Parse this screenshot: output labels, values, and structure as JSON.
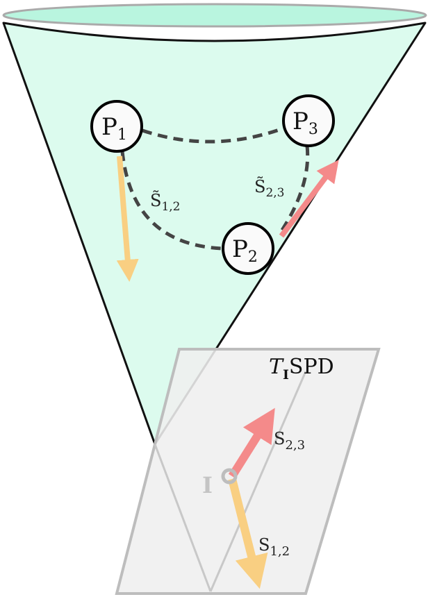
{
  "nodes": [
    {
      "id": "p1",
      "label": "P",
      "sub": "1"
    },
    {
      "id": "p2",
      "label": "P",
      "sub": "2"
    },
    {
      "id": "p3",
      "label": "P",
      "sub": "3"
    }
  ],
  "edge_labels": {
    "s12_curved": {
      "main": "S̃",
      "sub": "1,2"
    },
    "s23_curved": {
      "main": "S̃",
      "sub": "2,3"
    },
    "s23_tangent": {
      "main": "S",
      "sub": "2,3"
    },
    "s12_tangent": {
      "main": "S",
      "sub": "1,2"
    }
  },
  "tangent_plane": {
    "label_main": "T",
    "label_sub": "I",
    "label_rest": "SPD"
  },
  "identity_label": "I",
  "colors": {
    "cone_fill": "#dcfbee",
    "cone_rim": "#b9f5df",
    "edge": "#444444",
    "arrow_red": "#f48a8a",
    "arrow_orange": "#f9cf82",
    "plane_fill": "#efefef",
    "plane_stroke": "#bdbdbd"
  }
}
